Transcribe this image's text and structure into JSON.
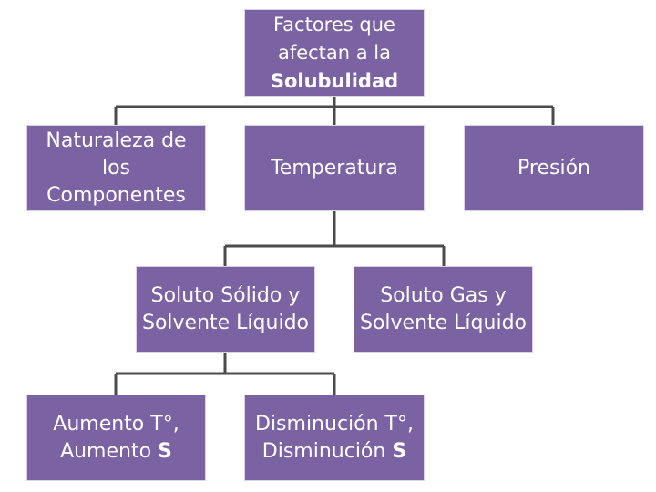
{
  "colors": {
    "box_fill": "#7b62a3",
    "box_text": "#ffffff",
    "connector": "#4b4b4b"
  },
  "root": {
    "line1": "Factores que",
    "line2": "afectan a la",
    "line3_bold": "Solubulidad"
  },
  "level1": {
    "naturaleza": {
      "line1": "Naturaleza de",
      "line2": "los",
      "line3": "Componentes"
    },
    "temperatura": "Temperatura",
    "presion": "Presión"
  },
  "level2": {
    "solido": {
      "line1": "Soluto Sólido y",
      "line2": "Solvente Líquido"
    },
    "gas": {
      "line1": "Soluto Gas y",
      "line2": "Solvente Líquido"
    }
  },
  "level3": {
    "aumento": {
      "line1": "Aumento T°,",
      "line2_prefix": "Aumento ",
      "line2_bold": "S"
    },
    "disminucion": {
      "line1": "Disminución T°,",
      "line2_prefix": "Disminución ",
      "line2_bold": "S"
    }
  }
}
